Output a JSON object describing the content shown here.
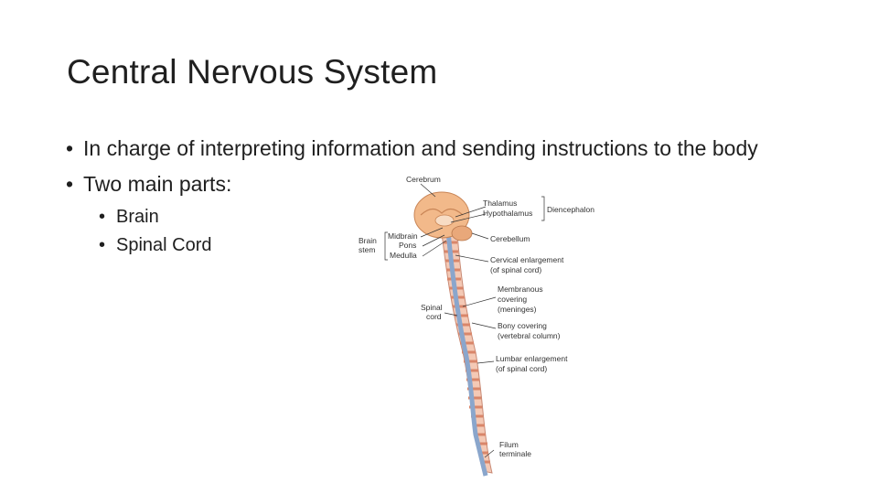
{
  "slide": {
    "title": "Central Nervous System",
    "bullets": [
      {
        "text": "In charge of interpreting information and sending instructions to the body"
      },
      {
        "text": "Two main parts:",
        "sub": [
          "Brain",
          "Spinal Cord"
        ]
      }
    ]
  },
  "figure": {
    "labels": {
      "cerebrum": "Cerebrum",
      "thalamus": "Thalamus",
      "hypothalamus": "Hypothalamus",
      "diencephalon": "Diencephalon",
      "brain_stem_1": "Brain",
      "brain_stem_2": "stem",
      "midbrain": "Midbrain",
      "pons": "Pons",
      "medulla": "Medulla",
      "cerebellum": "Cerebellum",
      "cervical_1": "Cervical enlargement",
      "cervical_2": "(of spinal cord)",
      "membranous_1": "Membranous",
      "membranous_2": "covering",
      "membranous_3": "(meninges)",
      "spinal_cord_1": "Spinal",
      "spinal_cord_2": "cord",
      "bony_1": "Bony covering",
      "bony_2": "(vertebral column)",
      "lumbar_1": "Lumbar enlargement",
      "lumbar_2": "(of spinal cord)",
      "filum_1": "Filum",
      "filum_2": "terminale"
    },
    "colors": {
      "brain": "#f2b98a",
      "vertebra": "#e8a98e",
      "cord": "#9fb7d6",
      "line": "#333333"
    }
  }
}
